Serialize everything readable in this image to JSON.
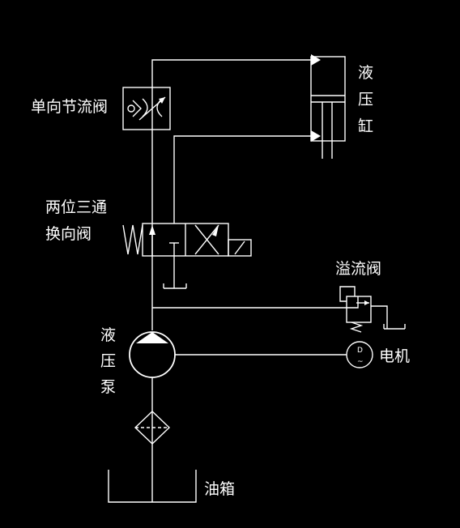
{
  "colors": {
    "background": "#000000",
    "line": "#ffffff"
  },
  "labels": {
    "cylinder": [
      "液",
      "压",
      "缸"
    ],
    "check_throttle_valve": "单向节流阀",
    "directional_valve": [
      "两位三通",
      "换向阀"
    ],
    "relief_valve": "溢流阀",
    "pump": [
      "液",
      "压",
      "泵"
    ],
    "motor": "电机",
    "motor_symbol": [
      "D",
      "~"
    ],
    "tank": "油箱"
  }
}
